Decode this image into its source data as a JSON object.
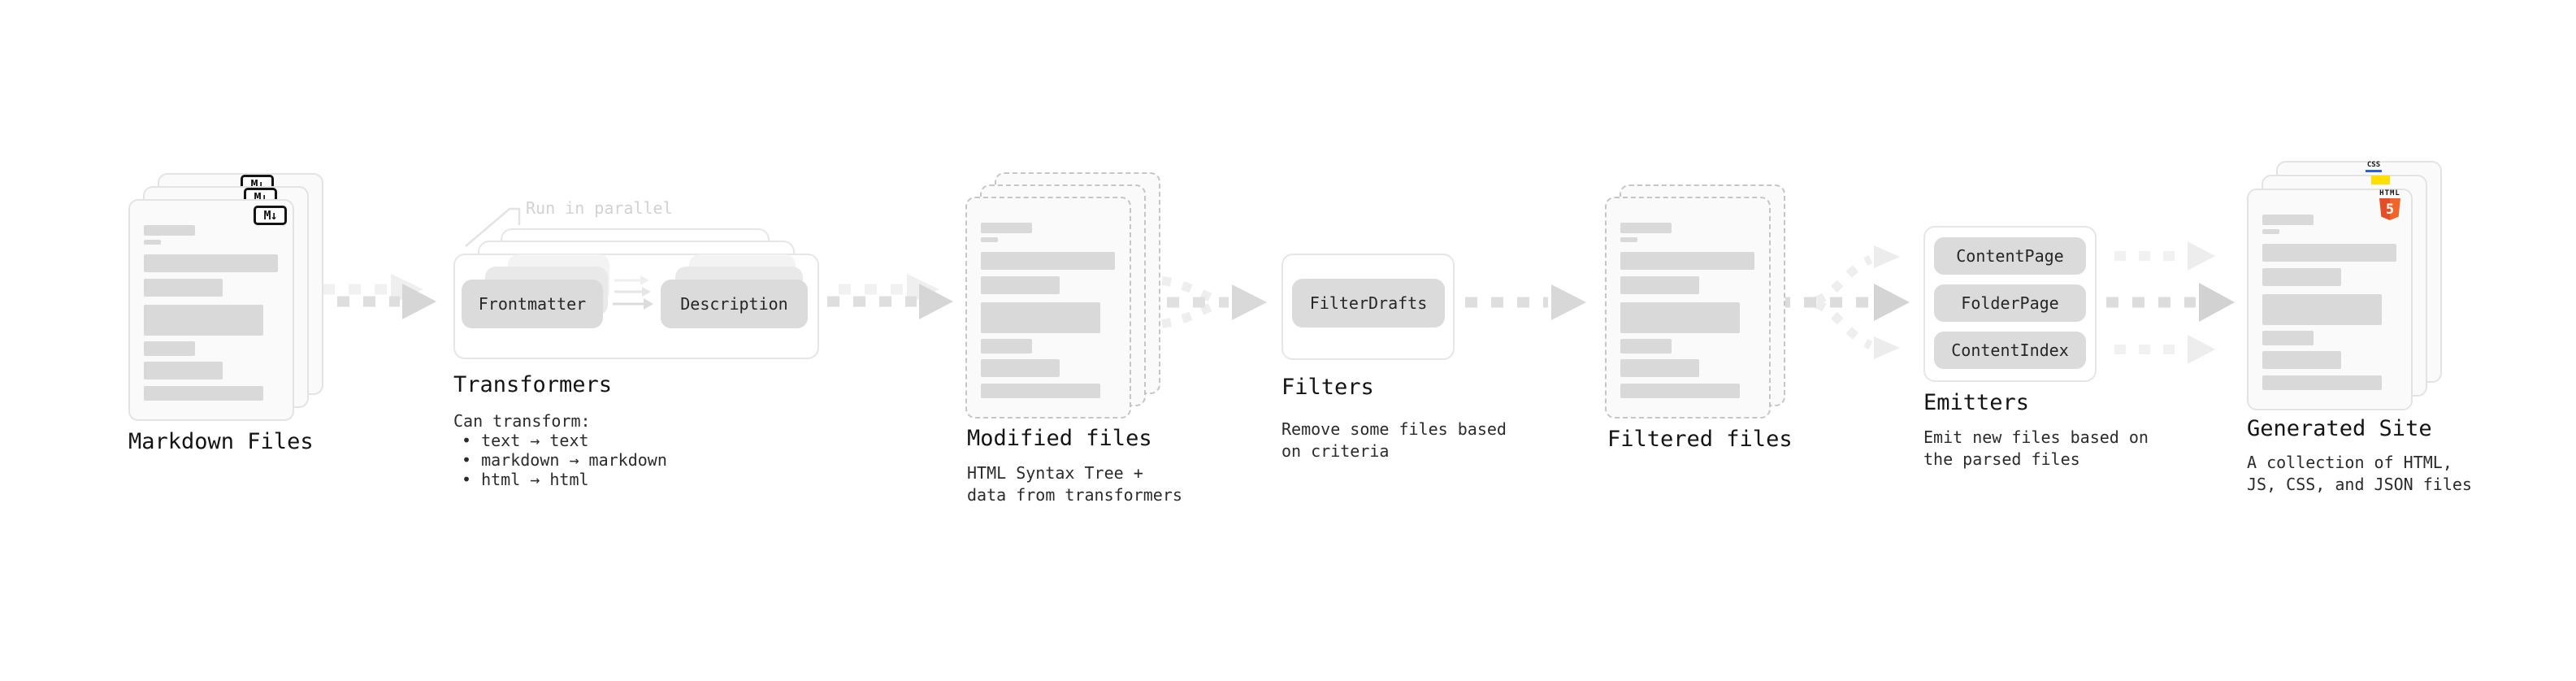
{
  "diagram": {
    "colors": {
      "html5_orange": "#e44d26",
      "html5_orange_light": "#f16529",
      "js_yellow": "#ffdf00",
      "css_blue": "#2b5ce6"
    },
    "stages": {
      "markdown": {
        "title": "Markdown Files",
        "badge": "M↓"
      },
      "transformers": {
        "title": "Transformers",
        "annotation": "Run in parallel",
        "pill_frontmatter": "Frontmatter",
        "pill_description": "Description",
        "desc_heading": "Can transform:",
        "desc_items": [
          "• text → text",
          "• markdown → markdown",
          "• html → html"
        ]
      },
      "modified": {
        "title": "Modified files",
        "desc": [
          "HTML Syntax Tree +",
          "data from transformers"
        ]
      },
      "filters": {
        "title": "Filters",
        "pill": "FilterDrafts",
        "desc": [
          "Remove some files based",
          "on criteria"
        ]
      },
      "filtered": {
        "title": "Filtered files"
      },
      "emitters": {
        "title": "Emitters",
        "pills": [
          "ContentPage",
          "FolderPage",
          "ContentIndex"
        ],
        "desc": [
          "Emit new files based on",
          "the parsed files"
        ]
      },
      "generated": {
        "title": "Generated Site",
        "css_badge": "CSS",
        "html_badge_label": "HTML",
        "html_badge_number": "5",
        "desc": [
          "A collection of HTML,",
          "JS, CSS, and JSON files"
        ]
      }
    }
  }
}
